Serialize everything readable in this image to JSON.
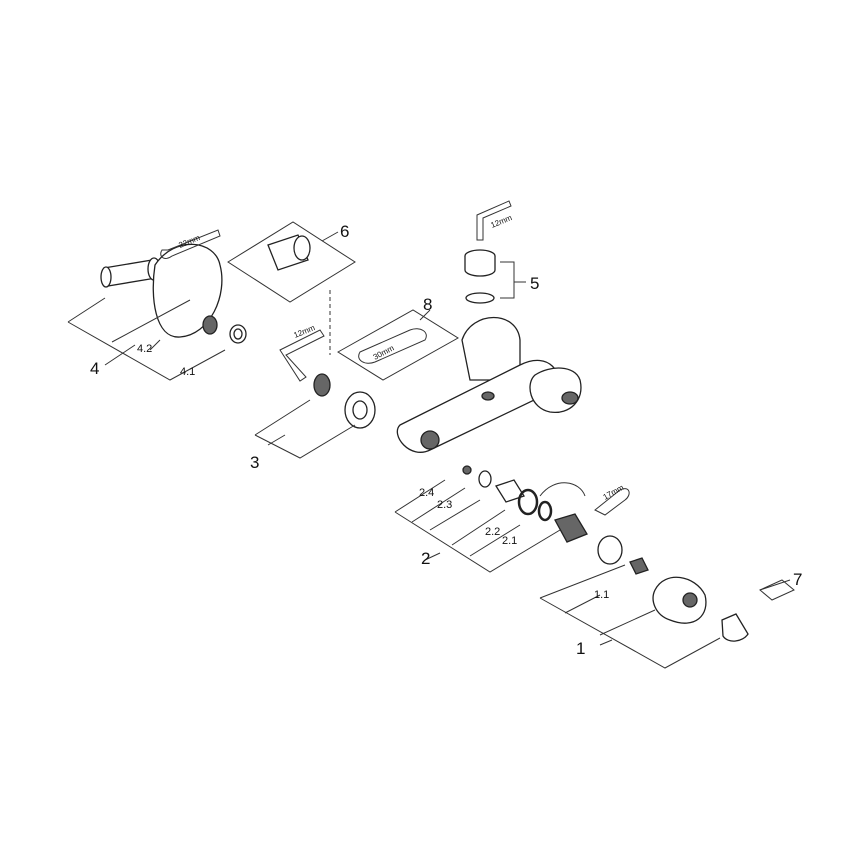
{
  "diagram": {
    "type": "exploded parts diagram",
    "labels": {
      "p1": "1",
      "p1_1": "1.1",
      "p2": "2",
      "p2_1": "2.1",
      "p2_2": "2.2",
      "p2_3": "2.3",
      "p2_4": "2.4",
      "p3": "3",
      "p4": "4",
      "p4_1": "4.1",
      "p4_2": "4.2",
      "p5": "5",
      "p6": "6",
      "p7": "7",
      "p8": "8"
    },
    "tool_sizes": {
      "wrench_22": "22mm",
      "hex_key_left": "12mm",
      "hex_key_top": "12mm",
      "wrench_30": "30mm",
      "wrench_17": "17mm"
    }
  }
}
